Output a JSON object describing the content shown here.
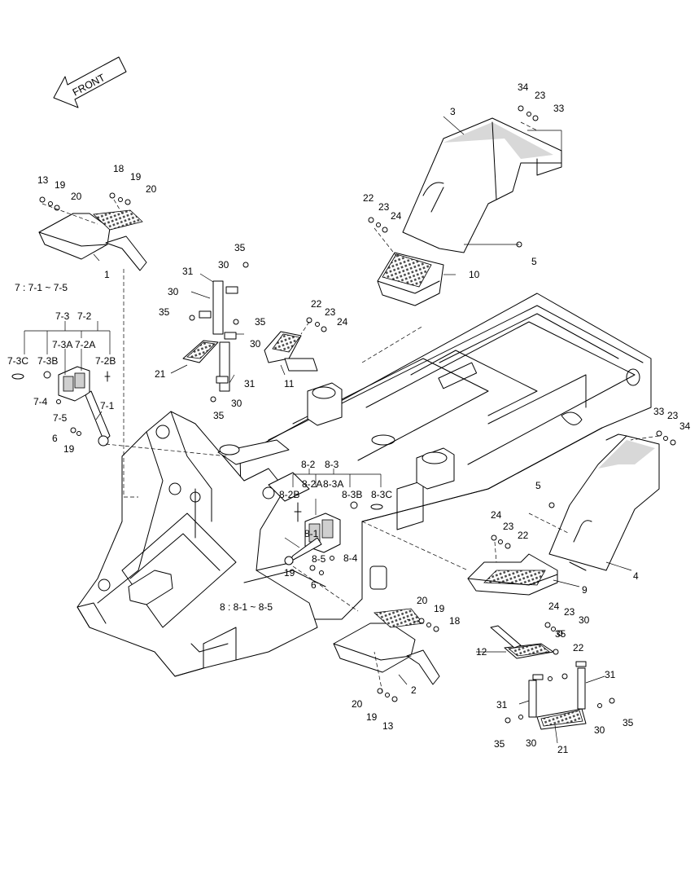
{
  "front_arrow": {
    "text": "FRONT"
  },
  "group_notes": {
    "lamp_left": "7 : 7-1 ~ 7-5",
    "lamp_right": "8 : 8-1 ~ 8-5"
  },
  "callouts": {
    "c1": "1",
    "c2": "2",
    "c3": "3",
    "c4": "4",
    "c5a": "5",
    "c5b": "5",
    "c6a": "6",
    "c6b": "6",
    "c7_1": "7-1",
    "c7_2": "7-2",
    "c7_2a": "7-2A",
    "c7_2b": "7-2B",
    "c7_3": "7-3",
    "c7_3a": "7-3A",
    "c7_3b": "7-3B",
    "c7_3c": "7-3C",
    "c7_4": "7-4",
    "c7_5": "7-5",
    "c8_1": "8-1",
    "c8_2": "8-2",
    "c8_2a": "8-2A",
    "c8_2b": "8-2B",
    "c8_3": "8-3",
    "c8_3a": "8-3A",
    "c8_3b": "8-3B",
    "c8_3c": "8-3C",
    "c8_4": "8-4",
    "c8_5": "8-5",
    "c9": "9",
    "c10": "10",
    "c11": "11",
    "c12": "12",
    "c13a": "13",
    "c13b": "13",
    "c18a": "18",
    "c18b": "18",
    "c19a": "19",
    "c19b": "19",
    "c19c": "19",
    "c19d": "19",
    "c19e": "19",
    "c19f": "19",
    "c20a": "20",
    "c20b": "20",
    "c20c": "20",
    "c20d": "20",
    "c21a": "21",
    "c21b": "21",
    "c22a": "22",
    "c22b": "22",
    "c22c": "22",
    "c22d": "22",
    "c23a": "23",
    "c23b": "23",
    "c23c": "23",
    "c23d": "23",
    "c23e": "23",
    "c23f": "23",
    "c24a": "24",
    "c24b": "24",
    "c24c": "24",
    "c24d": "24",
    "c30a": "30",
    "c30b": "30",
    "c30c": "30",
    "c30d": "30",
    "c30e": "30",
    "c30f": "30",
    "c30g": "30",
    "c31a": "31",
    "c31b": "31",
    "c31c": "31",
    "c31d": "31",
    "c33a": "33",
    "c33b": "33",
    "c34a": "34",
    "c34b": "34",
    "c35a": "35",
    "c35b": "35",
    "c35c": "35",
    "c35d": "35",
    "c35e": "35",
    "c35f": "35",
    "c35g": "35"
  }
}
